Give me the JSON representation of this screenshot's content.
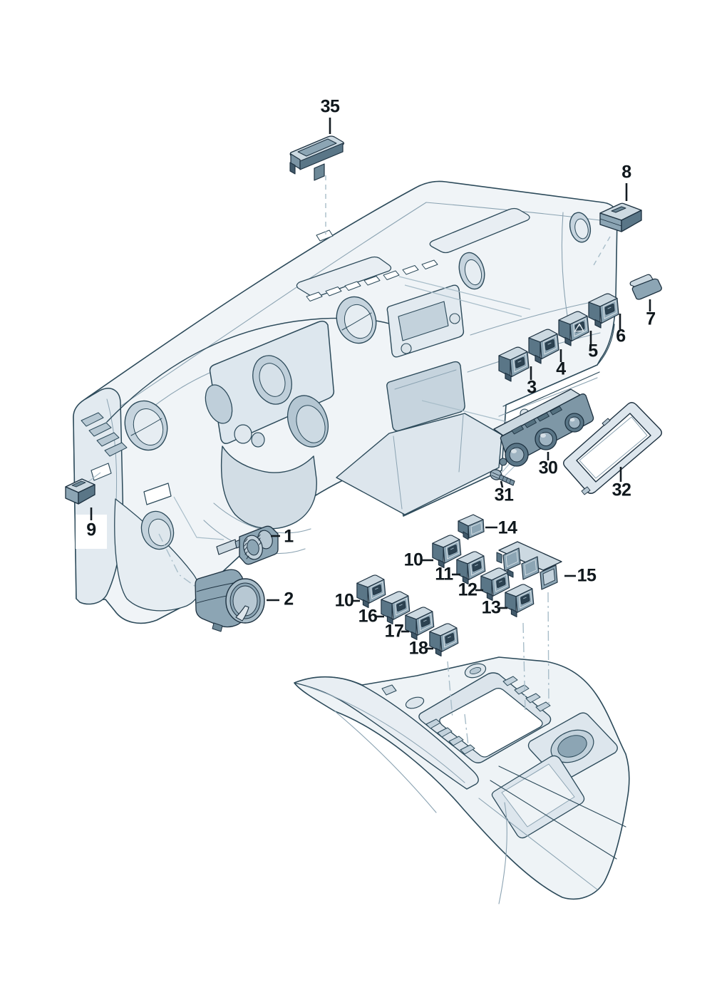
{
  "figure": {
    "type": "exploded-parts-diagram",
    "subject": "vehicle dashboard switches, controls and center console"
  },
  "colors": {
    "background": "#ffffff",
    "art_outline": "#24414f",
    "art_line_light": "#8ba3b2",
    "leader_line": "#a8bdc9",
    "label_text": "#0f171c",
    "body_fill": "#eef3f6",
    "shade_fill": "#c6d4de",
    "part_top": "#ccd9e1",
    "part_face": "#8ca5b4",
    "part_side": "#5a7687"
  },
  "labels": {
    "p1": "1",
    "p2": "2",
    "p3": "3",
    "p4": "4",
    "p5": "5",
    "p6": "6",
    "p7": "7",
    "p8": "8",
    "p9": "9",
    "p10a": "10",
    "p10b": "10",
    "p11": "11",
    "p12": "12",
    "p13": "13",
    "p14": "14",
    "p15": "15",
    "p16": "16",
    "p17": "17",
    "p18": "18",
    "p30": "30",
    "p31": "31",
    "p32": "32",
    "p35": "35"
  }
}
